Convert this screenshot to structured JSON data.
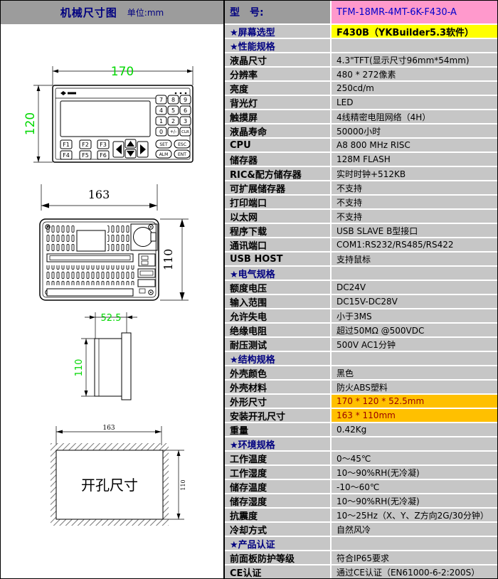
{
  "header": {
    "title": "机械尺寸图",
    "unit": "单位:mm"
  },
  "drawings": {
    "front": {
      "width_dim": "170",
      "height_dim": "120",
      "fn_keys": [
        "F1",
        "F2",
        "F3",
        "F4",
        "F5",
        "F6"
      ],
      "numpad": [
        "7",
        "8",
        "9",
        "4",
        "5",
        "6",
        "1",
        "2",
        "3",
        "0",
        "+/-",
        "CLR"
      ],
      "control_keys": [
        "SET",
        "ESC",
        "ALM",
        "ENT"
      ]
    },
    "rear": {
      "width_dim": "163",
      "height_dim": "110"
    },
    "side": {
      "depth_dim": "52.5",
      "height_dim": "110"
    },
    "cutout": {
      "width_dim": "163",
      "height_dim": "110",
      "label": "开孔尺寸"
    }
  },
  "spec_table": {
    "rows": [
      {
        "type": "model",
        "label": "型　号:",
        "value": "TFM-18MR-4MT-6K-F430-A"
      },
      {
        "type": "screen",
        "label": "★屏幕选型",
        "value": "F430B（YKBuilder5.3软件）"
      },
      {
        "type": "section",
        "label": "★性能规格",
        "value": ""
      },
      {
        "type": "normal",
        "label": "液晶尺寸",
        "value": "4.3\"TFT(显示尺寸96mm*54mm)"
      },
      {
        "type": "normal",
        "label": "分辨率",
        "value": "480 * 272像素"
      },
      {
        "type": "normal",
        "label": "亮度",
        "value": "250cd/m"
      },
      {
        "type": "normal",
        "label": "背光灯",
        "value": "LED"
      },
      {
        "type": "normal",
        "label": "触摸屏",
        "value": "4线精密电阻网络（4H）"
      },
      {
        "type": "normal",
        "label": "液晶寿命",
        "value": "50000小时"
      },
      {
        "type": "normal",
        "label": "CPU",
        "value": "A8 800 MHz RISC"
      },
      {
        "type": "normal",
        "label": "储存器",
        "value": "128M FLASH"
      },
      {
        "type": "normal",
        "label": "RIC&配方储存器",
        "value": "实时时钟+512KB"
      },
      {
        "type": "normal",
        "label": "可扩展储存器",
        "value": "不支持"
      },
      {
        "type": "normal",
        "label": "打印端口",
        "value": "不支持"
      },
      {
        "type": "normal",
        "label": "以太网",
        "value": "不支持"
      },
      {
        "type": "normal",
        "label": "程序下载",
        "value": "USB SLAVE B型接口"
      },
      {
        "type": "normal",
        "label": "通讯端口",
        "value": "COM1:RS232/RS485/RS422"
      },
      {
        "type": "normal",
        "label": "USB HOST",
        "value": "支持鼠标"
      },
      {
        "type": "section",
        "label": "★电气规格",
        "value": ""
      },
      {
        "type": "normal",
        "label": "额度电压",
        "value": "DC24V"
      },
      {
        "type": "normal",
        "label": "输入范围",
        "value": "DC15V-DC28V"
      },
      {
        "type": "normal",
        "label": "允许失电",
        "value": "小于3MS"
      },
      {
        "type": "normal",
        "label": "绝缘电阻",
        "value": "超过50MΩ @500VDC"
      },
      {
        "type": "normal",
        "label": "耐压测试",
        "value": "500V AC1分钟"
      },
      {
        "type": "section",
        "label": "★结构规格",
        "value": ""
      },
      {
        "type": "normal",
        "label": "外壳颜色",
        "value": "黑色"
      },
      {
        "type": "normal",
        "label": "外壳材料",
        "value": "防火ABS塑料"
      },
      {
        "type": "orange",
        "label": "外形尺寸",
        "value": "170 * 120 * 52.5mm"
      },
      {
        "type": "orange",
        "label": "安装开孔尺寸",
        "value": "163 * 110mm"
      },
      {
        "type": "normal",
        "label": "重量",
        "value": "0.42Kg"
      },
      {
        "type": "section",
        "label": "★环境规格",
        "value": ""
      },
      {
        "type": "normal",
        "label": "工作温度",
        "value": "0～45℃"
      },
      {
        "type": "normal",
        "label": "工作湿度",
        "value": "10～90%RH(无冷凝)"
      },
      {
        "type": "normal",
        "label": "储存温度",
        "value": "-10～60℃"
      },
      {
        "type": "normal",
        "label": "储存湿度",
        "value": "10～90%RH(无冷凝)"
      },
      {
        "type": "normal",
        "label": "抗震度",
        "value": "10～25Hz（X、Y、Z方向2G/30分钟）"
      },
      {
        "type": "normal",
        "label": "冷却方式",
        "value": "自然风冷"
      },
      {
        "type": "section",
        "label": "★产品认证",
        "value": ""
      },
      {
        "type": "normal",
        "label": "前面板防护等级",
        "value": "符合IP65要求"
      },
      {
        "type": "normal",
        "label": "CE认证",
        "value": "通过CE认证（EN61000-6-2:200S）"
      }
    ]
  },
  "colors": {
    "model_row_bg": "#FF99CC",
    "model_value_text": "#0000CC",
    "screen_row_bg": "#FFFF00",
    "dimension_highlight_bg": "#FFC000",
    "dimension_highlight_text": "#990000",
    "section_text": "#000080",
    "cell_gray": "#C6C6C6",
    "header_gray": "#9C9C9C",
    "drawing_dim_green": "#00D800"
  }
}
